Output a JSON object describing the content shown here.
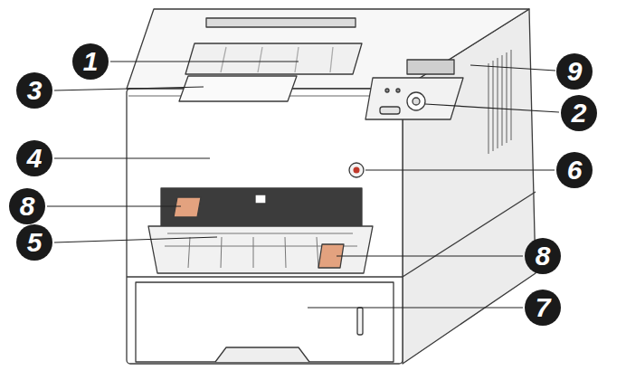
{
  "diagram": {
    "labels": [
      "1",
      "9",
      "3",
      "2",
      "4",
      "6",
      "8",
      "5",
      "8",
      "7"
    ]
  }
}
